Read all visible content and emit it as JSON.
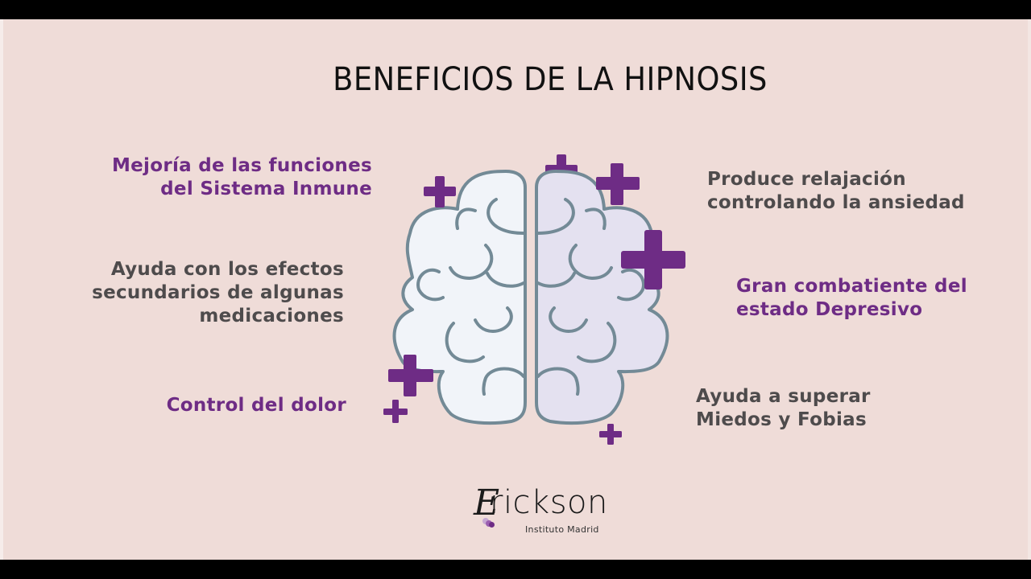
{
  "title": "BENEFICIOS DE LA HIPNOSIS",
  "colors": {
    "background": "#EFDCD8",
    "accent_purple": "#6E2C85",
    "text_gray": "#4E4B4C",
    "brain_outline": "#738A96",
    "brain_left_fill": "#F1F4F9",
    "brain_right_fill": "#E4E1F0"
  },
  "benefits_left": [
    {
      "lines": [
        "Mejoría de las funciones",
        "del Sistema Inmune"
      ],
      "color": "purple"
    },
    {
      "lines": [
        "Ayuda con los efectos",
        "secundarios de algunas",
        "medicaciones"
      ],
      "color": "gray"
    },
    {
      "lines": [
        "Control del dolor"
      ],
      "color": "purple"
    }
  ],
  "benefits_right": [
    {
      "lines": [
        "Produce relajación",
        "controlando la ansiedad"
      ],
      "color": "gray"
    },
    {
      "lines": [
        "Gran combatiente del",
        "estado Depresivo"
      ],
      "color": "purple"
    },
    {
      "lines": [
        "Ayuda a superar",
        "Miedos y Fobias"
      ],
      "color": "gray"
    }
  ],
  "illustration": {
    "icon": "brain-icon",
    "decorations": "plus-icon"
  },
  "logo": {
    "initial": "E",
    "word_rest": "rickson",
    "subtitle": "Instituto Madrid"
  }
}
